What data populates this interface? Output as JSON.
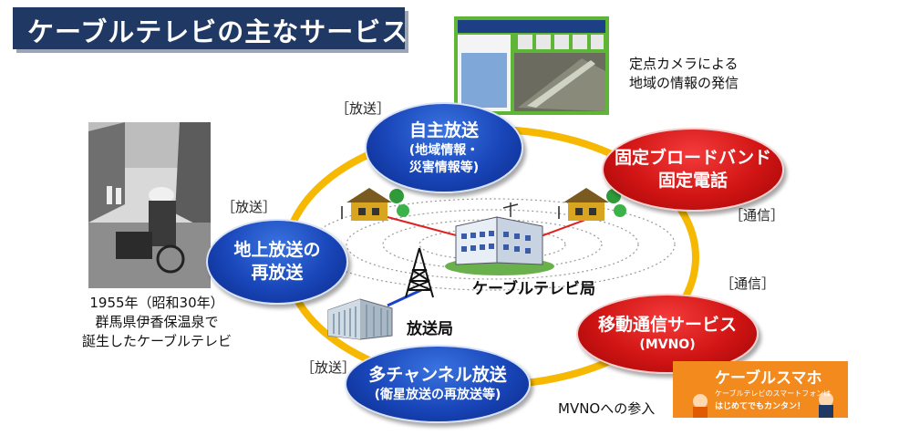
{
  "title": "ケーブルテレビの主なサービス",
  "camera_caption": [
    "定点カメラによる",
    "地域の情報の発信"
  ],
  "photo_caption": [
    "1955年（昭和30年）",
    "群馬県伊香保温泉で",
    "誕生したケーブルテレビ"
  ],
  "services": {
    "jishu": {
      "title": "自主放送",
      "sub": [
        "(地域情報・",
        "災害情報等)"
      ],
      "tag": "［放送］"
    },
    "chijo": {
      "title": [
        "地上放送の",
        "再放送"
      ],
      "tag": "［放送］"
    },
    "multi": {
      "title": "多チャンネル放送",
      "sub": "(衛星放送の再放送等)",
      "tag": "［放送］"
    },
    "broadband": {
      "title": [
        "固定ブロードバンド",
        "固定電話"
      ],
      "tag": "［通信］"
    },
    "mobile": {
      "title": "移動通信サービス",
      "sub": "(MVNO)",
      "tag": "［通信］"
    }
  },
  "center_label": "ケーブルテレビ局",
  "station_label": "放送局",
  "mvno_caption": "MVNOへの参入",
  "mvno_banner": {
    "logo": "ケーブルスマホ",
    "line1": "ケーブルテレビのスマートフォンは",
    "line2": "はじめてでもカンタン！"
  },
  "colors": {
    "ring": "#f6b800",
    "blue": "#1845b8",
    "red": "#d01414",
    "banner": "#1f3864",
    "mvno": "#f28a1e"
  }
}
